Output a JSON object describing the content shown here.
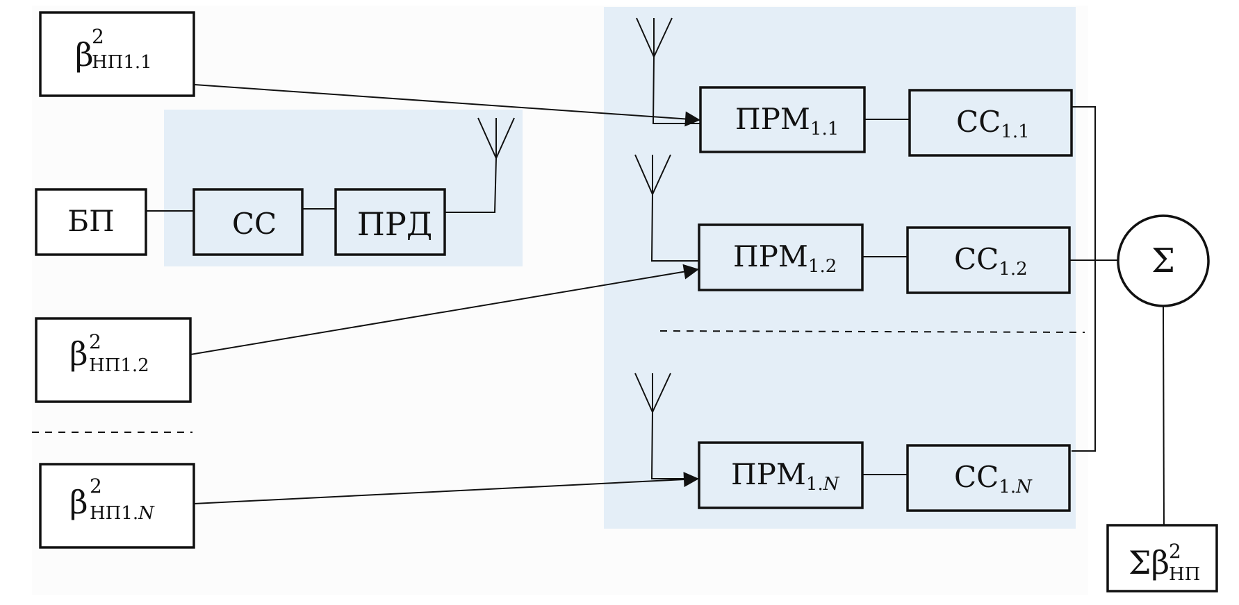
{
  "colors": {
    "background": "#fcfcfc",
    "panel": "#e4eef7",
    "stroke": "#111111"
  },
  "labels": {
    "beta": "β",
    "sup2": "2",
    "np": "НП",
    "idx11": "1.1",
    "idx12": "1.2",
    "idx1N_prefix": "1.",
    "N": "N",
    "bp": "БП",
    "cc": "СС",
    "prd": "ПРД",
    "prm": "ПРМ",
    "sigma": "Σ"
  }
}
